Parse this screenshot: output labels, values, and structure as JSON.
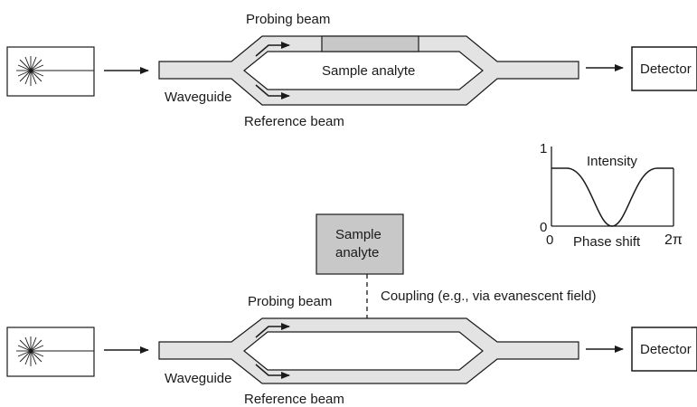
{
  "top": {
    "probing_beam": "Probing beam",
    "sample_analyte": "Sample analyte",
    "waveguide": "Waveguide",
    "reference_beam": "Reference beam",
    "detector": "Detector"
  },
  "inset_plot": {
    "y_top": "1",
    "y_bottom": "0",
    "x_left": "0",
    "x_right": "2π",
    "curve_label": "Intensity",
    "x_label": "Phase shift"
  },
  "bottom": {
    "sample_analyte_line1": "Sample",
    "sample_analyte_line2": "analyte",
    "coupling": "Coupling (e.g., via evanescent field)",
    "probing_beam": "Probing beam",
    "waveguide": "Waveguide",
    "reference_beam": "Reference beam",
    "detector": "Detector"
  },
  "colors": {
    "waveguide_fill": "#e3e3e3",
    "sample_fill": "#c8c8c8",
    "stroke": "#1a1a1a"
  }
}
